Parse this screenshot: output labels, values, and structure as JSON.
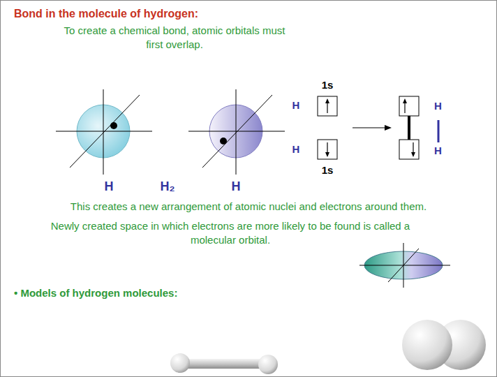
{
  "diagram": {
    "title": "Bond in the molecule of hydrogen:",
    "labels": [
      "To create a chemical bond, atomic orbitals must first overlap.",
      "H",
      "H₂",
      "H",
      "1s",
      "H",
      "H",
      "1s",
      "H",
      "H",
      "This creates a new arrangement of atomic nuclei and electrons around them.",
      "Newly created space in which electrons are more likely to be found is called a molecular orbital.",
      "• Models of hydrogen molecules:"
    ]
  }
}
